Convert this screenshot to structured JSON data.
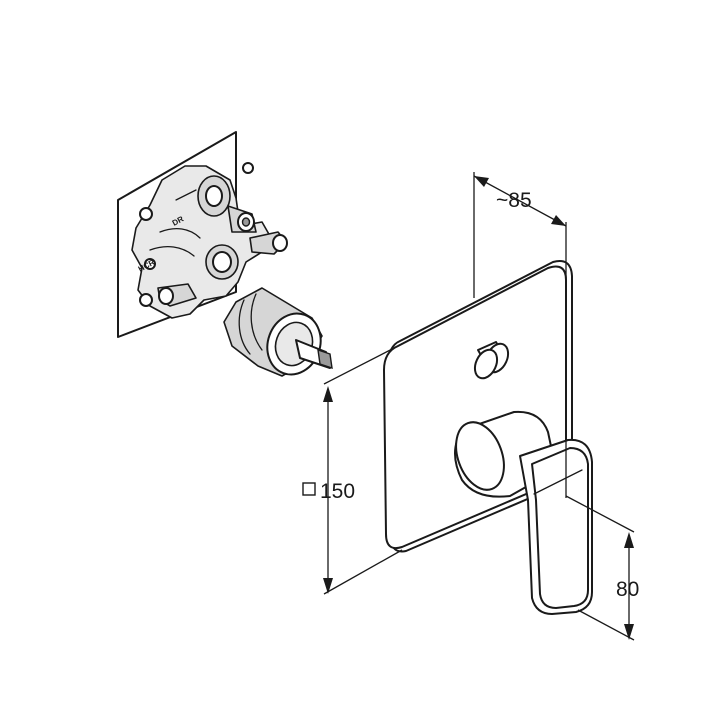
{
  "dimensions": {
    "depth_label": "~85",
    "plate_label": "150",
    "handle_label": "80"
  },
  "valve_body": {
    "marking_top": "DR",
    "marking_side": "HCR"
  },
  "colors": {
    "line": "#1a1a1a",
    "shade": "#d6d6d6",
    "background": "#ffffff"
  }
}
